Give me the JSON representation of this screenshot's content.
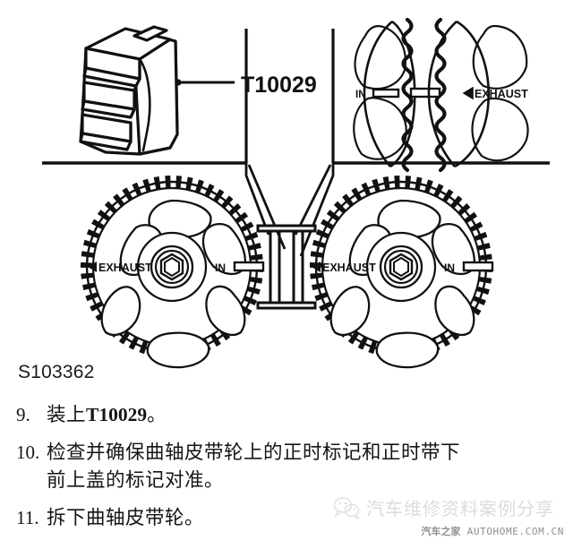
{
  "figure": {
    "caption": "S103362",
    "tool_label": "T10029",
    "camshaft_sprockets": [
      {
        "id": "upper-left-half",
        "left_mark": "IN",
        "right_mark": "EXHAUST"
      },
      {
        "id": "lower-left",
        "left_mark": "EXHAUST",
        "right_mark": "IN"
      },
      {
        "id": "lower-right",
        "left_mark": "EXHAUST",
        "right_mark": "IN"
      }
    ],
    "marks": {
      "in": "IN",
      "exhaust": "EXHAUST",
      "arrow": "◁"
    },
    "colors": {
      "line": "#111111",
      "background": "#ffffff"
    }
  },
  "steps": [
    {
      "number": "9.",
      "lines": [
        {
          "text": "装上",
          "latin": "T10029",
          "tail": "。"
        }
      ]
    },
    {
      "number": "10.",
      "lines": [
        {
          "text": "检查并确保曲轴皮带轮上的正时标记和正时带下"
        },
        {
          "text": "前上盖的标记对准。"
        }
      ]
    },
    {
      "number": "11.",
      "lines": [
        {
          "text": "拆下曲轴皮带轮。"
        }
      ]
    }
  ],
  "watermark": {
    "logo": "wechat-icon",
    "title": "汽车维修资料案例分享",
    "source_cn": "汽车之家",
    "source_url": "AUTOHOME.COM.CN"
  }
}
